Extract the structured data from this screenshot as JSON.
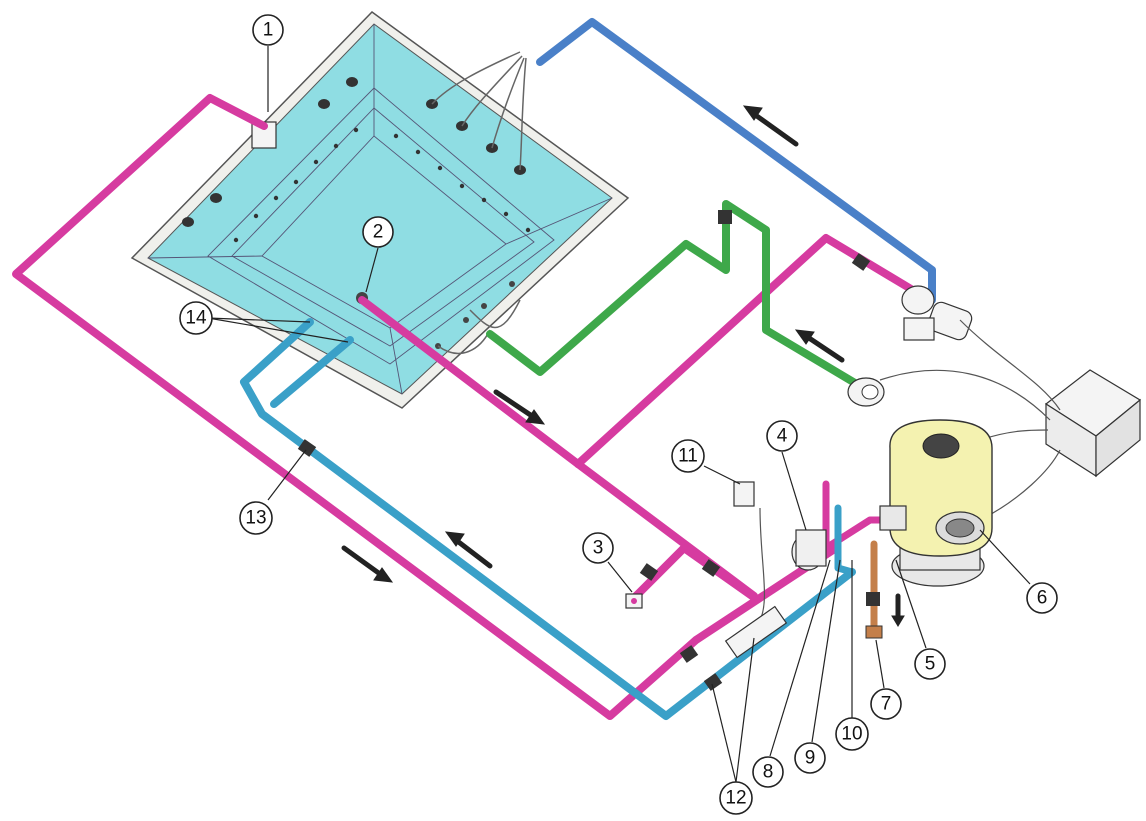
{
  "colors": {
    "pool_water": "#8fdde3",
    "pool_rim": "#f0f0ec",
    "outline": "#555555",
    "pink_pipe": "#d63ba0",
    "blue_pipe": "#3aa0c8",
    "top_blue_pipe": "#4a80c8",
    "green_pipe": "#3ea84a",
    "copper_pipe": "#c47f4a",
    "filter_tank": "#f4f2b0",
    "arrow": "#222222"
  },
  "callouts": [
    {
      "id": "callout-1",
      "label": "1"
    },
    {
      "id": "callout-2",
      "label": "2"
    },
    {
      "id": "callout-3",
      "label": "3"
    },
    {
      "id": "callout-4",
      "label": "4"
    },
    {
      "id": "callout-5",
      "label": "5"
    },
    {
      "id": "callout-6",
      "label": "6"
    },
    {
      "id": "callout-7",
      "label": "7"
    },
    {
      "id": "callout-8",
      "label": "8"
    },
    {
      "id": "callout-9",
      "label": "9"
    },
    {
      "id": "callout-10",
      "label": "10"
    },
    {
      "id": "callout-11",
      "label": "11"
    },
    {
      "id": "callout-12",
      "label": "12"
    },
    {
      "id": "callout-13",
      "label": "13"
    },
    {
      "id": "callout-14",
      "label": "14"
    }
  ],
  "flow_arrows": [
    {
      "id": "arrow-top-blue",
      "pipe": "blue return line",
      "direction": "up-left"
    },
    {
      "id": "arrow-green",
      "pipe": "green line",
      "direction": "up-left"
    },
    {
      "id": "arrow-pink-main",
      "pipe": "pink suction line",
      "direction": "down-right"
    },
    {
      "id": "arrow-blue-lower",
      "pipe": "blue return line",
      "direction": "up-left"
    },
    {
      "id": "arrow-pink-lower",
      "pipe": "pink line",
      "direction": "down-right"
    },
    {
      "id": "arrow-drain",
      "pipe": "copper drain line",
      "direction": "down"
    }
  ]
}
